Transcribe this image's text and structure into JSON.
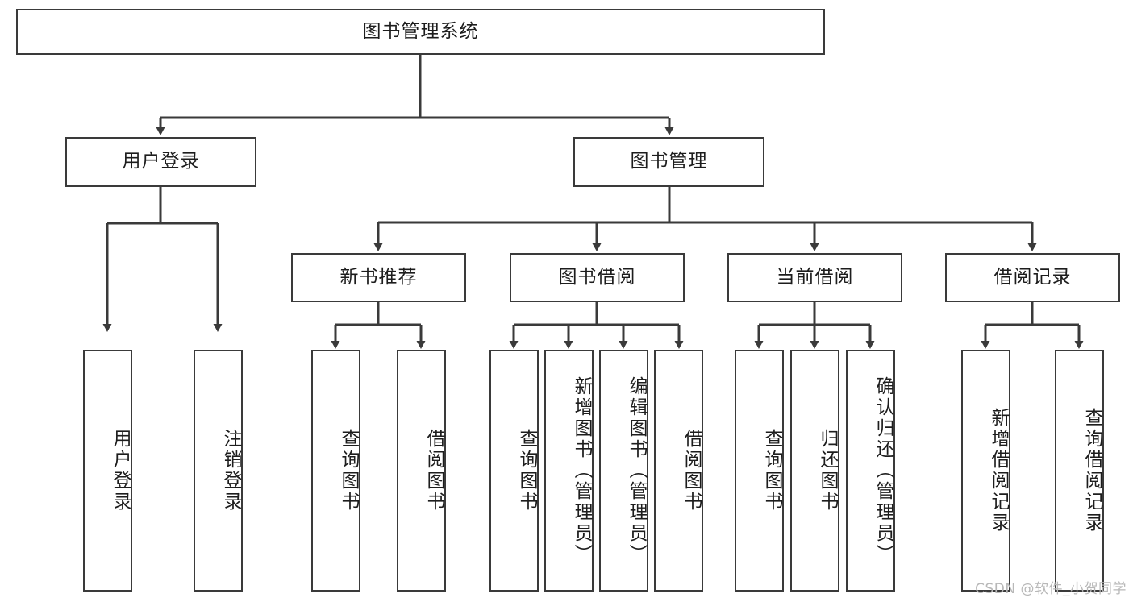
{
  "diagram": {
    "title_node": {
      "label": "图书管理系统"
    },
    "level2": [
      {
        "id": "user-login",
        "label": "用户登录"
      },
      {
        "id": "book-management",
        "label": "图书管理"
      }
    ],
    "level3": [
      {
        "id": "new-book-recommend",
        "label": "新书推荐"
      },
      {
        "id": "book-borrow",
        "label": "图书借阅"
      },
      {
        "id": "current-borrow",
        "label": "当前借阅"
      },
      {
        "id": "borrow-record",
        "label": "借阅记录"
      }
    ],
    "leaves": {
      "user_login": [
        {
          "id": "leaf-user-login",
          "label": "用户登录"
        },
        {
          "id": "leaf-logout-login",
          "label": "注销登录"
        }
      ],
      "new_book_recommend": [
        {
          "id": "leaf-query-book-1",
          "label": "查询图书"
        },
        {
          "id": "leaf-borrow-book-1",
          "label": "借阅图书"
        }
      ],
      "book_borrow": [
        {
          "id": "leaf-query-book-2",
          "label": "查询图书"
        },
        {
          "id": "leaf-add-book",
          "label": "新增图书（管理员）"
        },
        {
          "id": "leaf-edit-book",
          "label": "编辑图书（管理员）"
        },
        {
          "id": "leaf-borrow-book-2",
          "label": "借阅图书"
        }
      ],
      "current_borrow": [
        {
          "id": "leaf-query-book-3",
          "label": "查询图书"
        },
        {
          "id": "leaf-return-book",
          "label": "归还图书"
        },
        {
          "id": "leaf-confirm-return",
          "label": "确认归还（管理员）"
        }
      ],
      "borrow_record": [
        {
          "id": "leaf-add-record",
          "label": "新增借阅记录"
        },
        {
          "id": "leaf-query-record",
          "label": "查询借阅记录"
        }
      ]
    },
    "watermark": "CSDN @软件_小贺同学",
    "colors": {
      "stroke": "#3a3a3a",
      "text": "#1d1d1d",
      "background": "#ffffff",
      "watermark": "#b8b8b8"
    }
  }
}
